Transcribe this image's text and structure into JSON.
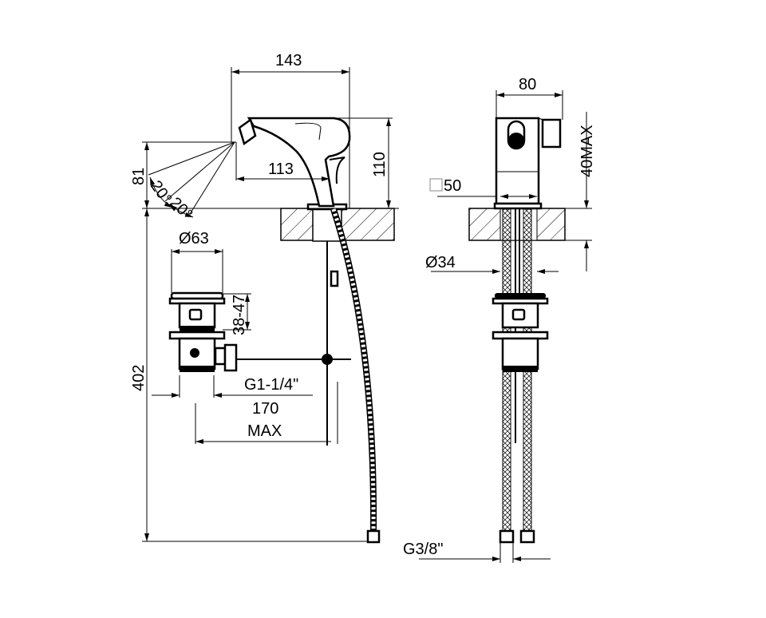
{
  "drawing": {
    "side_view": {
      "spout_reach": "143",
      "spout_height": "110",
      "outlet_reach": "113",
      "outlet_height": "81",
      "angle_upper": "20°",
      "angle_lower": "20°",
      "total_height": "402"
    },
    "waste": {
      "diameter": "Ø63",
      "adjust": "38-47",
      "thread": "G1-1/4\"",
      "rod_length": "170",
      "rod_length_note": "MAX"
    },
    "front_view": {
      "width": "80",
      "deck_thickness": "40MAX",
      "base": "50",
      "hole_diameter": "Ø34",
      "hose_thread": "G3/8\""
    }
  }
}
